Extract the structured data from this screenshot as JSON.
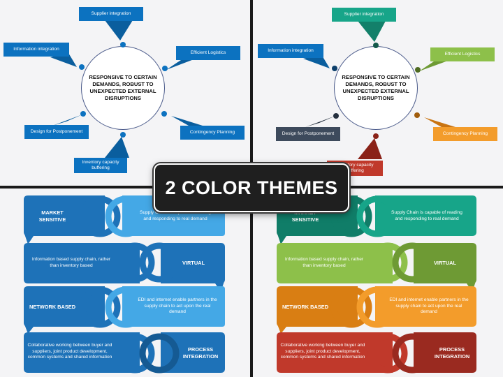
{
  "banner": {
    "text": "2 COLOR THEMES"
  },
  "circle_diagram": {
    "center_text": "RESPONSIVE  TO CERTAIN DEMANDS, ROBUST TO UNEXPECTED EXTERNAL DISRUPTIONS",
    "labels": {
      "supplier": "Supplier  integration",
      "information": "Information integration",
      "logistics": "Efficient Logistics",
      "contingency": "Contingency Planning",
      "postponement": "Design for Postponement",
      "inventory": "Inventory capacity buffering"
    }
  },
  "theme_colors": {
    "blue": {
      "supplier": "#0c72c0",
      "information": "#0c72c0",
      "logistics": "#0c72c0",
      "contingency": "#0c72c0",
      "postponement": "#0c72c0",
      "inventory": "#0c72c0",
      "dot": "#0c72c0"
    },
    "multi": {
      "supplier": "#17a589",
      "information": "#0c72c0",
      "logistics": "#8dc04a",
      "contingency": "#f39c2b",
      "postponement": "#3d4a5c",
      "inventory": "#c0392b"
    },
    "blue_rows": [
      "#1e72b8",
      "#1e72b8",
      "#1e72b8",
      "#1e72b8"
    ],
    "blue_light": "#44a8e6",
    "multi_rows": [
      "#17a589",
      "#8dc04a",
      "#f39c2b",
      "#c0392b"
    ],
    "multi_dark": [
      "#107d68",
      "#6e9a34",
      "#d97e13",
      "#9a2a20"
    ]
  },
  "supply_rows": [
    {
      "title": "MARKET SENSITIVE",
      "text": "Supply Chain is capable of reading and responding to real demand"
    },
    {
      "title": "VIRTUAL",
      "text": "Information based supply chain, rather than inventory based"
    },
    {
      "title": "NETWORK BASED",
      "text": "EDI and internet enable partners in the supply chain to act upon the real demand"
    },
    {
      "title": "PROCESS INTEGRATION",
      "text": "Collaborative working between buyer and suppliers, joint product development, common systems and shared information"
    }
  ]
}
